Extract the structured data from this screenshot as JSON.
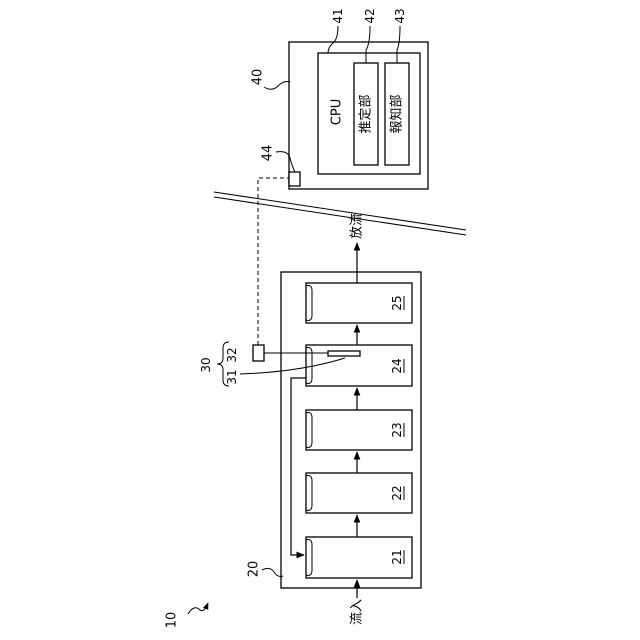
{
  "system": {
    "ref": "10"
  },
  "plant": {
    "ref": "20",
    "inflow": "流入",
    "discharge": "放流",
    "tanks": [
      {
        "ref": "21"
      },
      {
        "ref": "22"
      },
      {
        "ref": "23"
      },
      {
        "ref": "24"
      },
      {
        "ref": "25"
      }
    ]
  },
  "sensor": {
    "ref": "30",
    "probe_ref": "31",
    "unit_ref": "32"
  },
  "device": {
    "ref": "40",
    "cpu_ref": "41",
    "cpu_label": "CPU",
    "estimator_ref": "42",
    "estimator_label": "推定部",
    "notifier_ref": "43",
    "notifier_label": "報知部",
    "port_ref": "44"
  }
}
